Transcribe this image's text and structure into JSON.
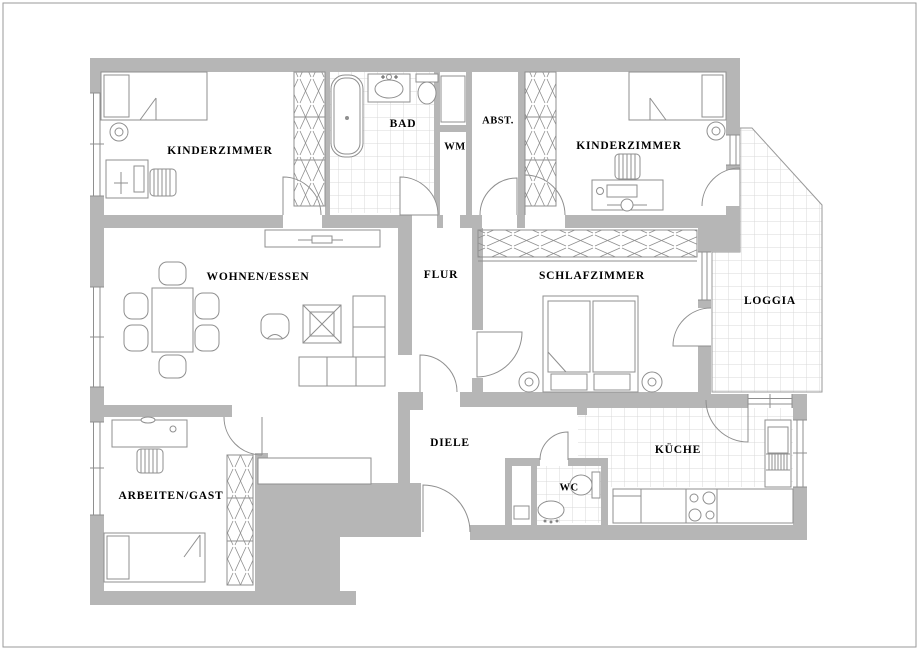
{
  "colors": {
    "wall": "#b6b6b6",
    "line": "#8f8f8f",
    "tile": "#d9d9d9",
    "text": "#000000",
    "background": "#ffffff"
  },
  "rooms": [
    {
      "id": "kinderzimmer-links",
      "label": "KINDERZIMMER"
    },
    {
      "id": "bad",
      "label": "BAD"
    },
    {
      "id": "wm",
      "label": "WM"
    },
    {
      "id": "abstellraum",
      "label": "ABST."
    },
    {
      "id": "kinderzimmer-rechts",
      "label": "KINDERZIMMER"
    },
    {
      "id": "wohnen-essen",
      "label": "WOHNEN/ESSEN"
    },
    {
      "id": "flur",
      "label": "FLUR"
    },
    {
      "id": "schlafzimmer",
      "label": "SCHLAFZIMMER"
    },
    {
      "id": "loggia",
      "label": "LOGGIA"
    },
    {
      "id": "arbeiten-gast",
      "label": "ARBEITEN/GAST"
    },
    {
      "id": "diele",
      "label": "DIELE"
    },
    {
      "id": "wc",
      "label": "WC"
    },
    {
      "id": "kueche",
      "label": "KÜCHE"
    }
  ]
}
